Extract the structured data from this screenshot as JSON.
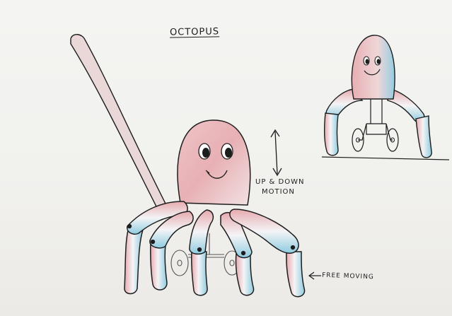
{
  "sketch": {
    "title": "OCTOPUS",
    "motion_label_line1": "UP & DOWN",
    "motion_label_line2": "MOTION",
    "free_label": "FREE MOVING"
  },
  "colors": {
    "pink": "#e3a9ad",
    "blue": "#8ecbe0",
    "ink": "#1d1d1d",
    "paper": "#f3f3f1"
  },
  "icons": {
    "arrow": "double-headed-vertical-arrow",
    "pointer": "left-pointing-arrow"
  }
}
